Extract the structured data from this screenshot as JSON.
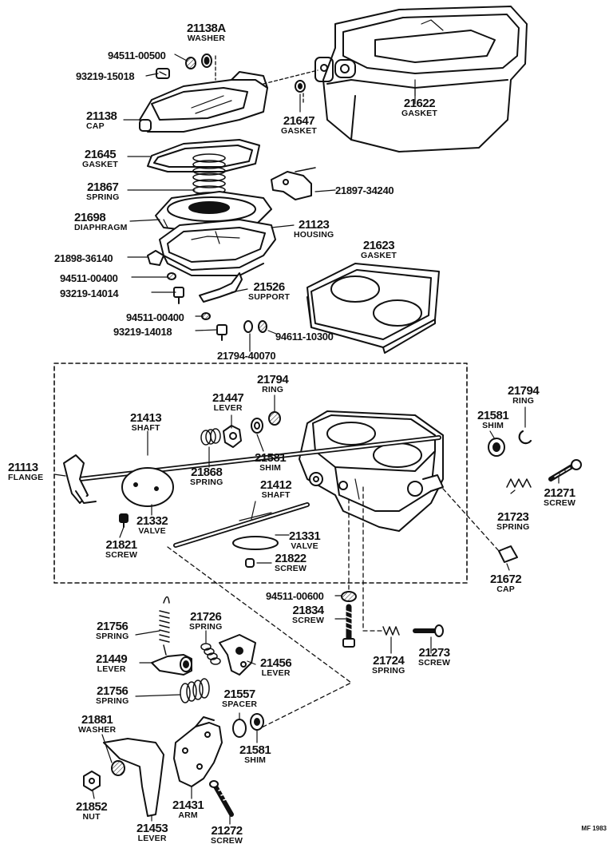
{
  "diagram": {
    "labels": [
      {
        "id": "21138A",
        "number": "21138A",
        "name": "WASHER"
      },
      {
        "id": "94511-00500",
        "number": "94511-00500",
        "name": ""
      },
      {
        "id": "93219-15018",
        "number": "93219-15018",
        "name": ""
      },
      {
        "id": "21622",
        "number": "21622",
        "name": "GASKET"
      },
      {
        "id": "21138",
        "number": "21138",
        "name": "CAP"
      },
      {
        "id": "21647",
        "number": "21647",
        "name": "GASKET"
      },
      {
        "id": "21645",
        "number": "21645",
        "name": "GASKET"
      },
      {
        "id": "21867",
        "number": "21867",
        "name": "SPRING"
      },
      {
        "id": "21897-34240",
        "number": "21897-34240",
        "name": ""
      },
      {
        "id": "21698",
        "number": "21698",
        "name": "DIAPHRAGM"
      },
      {
        "id": "21123",
        "number": "21123",
        "name": "HOUSING"
      },
      {
        "id": "21623",
        "number": "21623",
        "name": "GASKET"
      },
      {
        "id": "21898-36140",
        "number": "21898-36140",
        "name": ""
      },
      {
        "id": "94511-00400a",
        "number": "94511-00400",
        "name": ""
      },
      {
        "id": "93219-14014",
        "number": "93219-14014",
        "name": ""
      },
      {
        "id": "21526",
        "number": "21526",
        "name": "SUPPORT"
      },
      {
        "id": "94511-00400b",
        "number": "94511-00400",
        "name": ""
      },
      {
        "id": "93219-14018",
        "number": "93219-14018",
        "name": ""
      },
      {
        "id": "94611-10300",
        "number": "94611-10300",
        "name": ""
      },
      {
        "id": "21794-40070",
        "number": "21794-40070",
        "name": ""
      },
      {
        "id": "21794a",
        "number": "21794",
        "name": "RING"
      },
      {
        "id": "21447",
        "number": "21447",
        "name": "LEVER"
      },
      {
        "id": "21413",
        "number": "21413",
        "name": "SHAFT"
      },
      {
        "id": "21113",
        "number": "21113",
        "name": "FLANGE"
      },
      {
        "id": "21581a",
        "number": "21581",
        "name": "SHIM"
      },
      {
        "id": "21868",
        "number": "21868",
        "name": "SPRING"
      },
      {
        "id": "21412",
        "number": "21412",
        "name": "SHAFT"
      },
      {
        "id": "21332",
        "number": "21332",
        "name": "VALVE"
      },
      {
        "id": "21331",
        "number": "21331",
        "name": "VALVE"
      },
      {
        "id": "21821",
        "number": "21821",
        "name": "SCREW"
      },
      {
        "id": "21822",
        "number": "21822",
        "name": "SCREW"
      },
      {
        "id": "21794b",
        "number": "21794",
        "name": "RING"
      },
      {
        "id": "21581b",
        "number": "21581",
        "name": "SHIM"
      },
      {
        "id": "21271",
        "number": "21271",
        "name": "SCREW"
      },
      {
        "id": "21723",
        "number": "21723",
        "name": "SPRING"
      },
      {
        "id": "21672",
        "number": "21672",
        "name": "CAP"
      },
      {
        "id": "94511-00600",
        "number": "94511-00600",
        "name": ""
      },
      {
        "id": "21834",
        "number": "21834",
        "name": "SCREW"
      },
      {
        "id": "21756a",
        "number": "21756",
        "name": "SPRING"
      },
      {
        "id": "21726",
        "number": "21726",
        "name": "SPRING"
      },
      {
        "id": "21449",
        "number": "21449",
        "name": "LEVER"
      },
      {
        "id": "21456",
        "number": "21456",
        "name": "LEVER"
      },
      {
        "id": "21724",
        "number": "21724",
        "name": "SPRING"
      },
      {
        "id": "21273",
        "number": "21273",
        "name": "SCREW"
      },
      {
        "id": "21756b",
        "number": "21756",
        "name": "SPRING"
      },
      {
        "id": "21557",
        "number": "21557",
        "name": "SPACER"
      },
      {
        "id": "21881",
        "number": "21881",
        "name": "WASHER"
      },
      {
        "id": "21581c",
        "number": "21581",
        "name": "SHIM"
      },
      {
        "id": "21852",
        "number": "21852",
        "name": "NUT"
      },
      {
        "id": "21431",
        "number": "21431",
        "name": "ARM"
      },
      {
        "id": "21453",
        "number": "21453",
        "name": "LEVER"
      },
      {
        "id": "21272",
        "number": "21272",
        "name": "SCREW"
      }
    ],
    "footer": "MF 1983"
  }
}
